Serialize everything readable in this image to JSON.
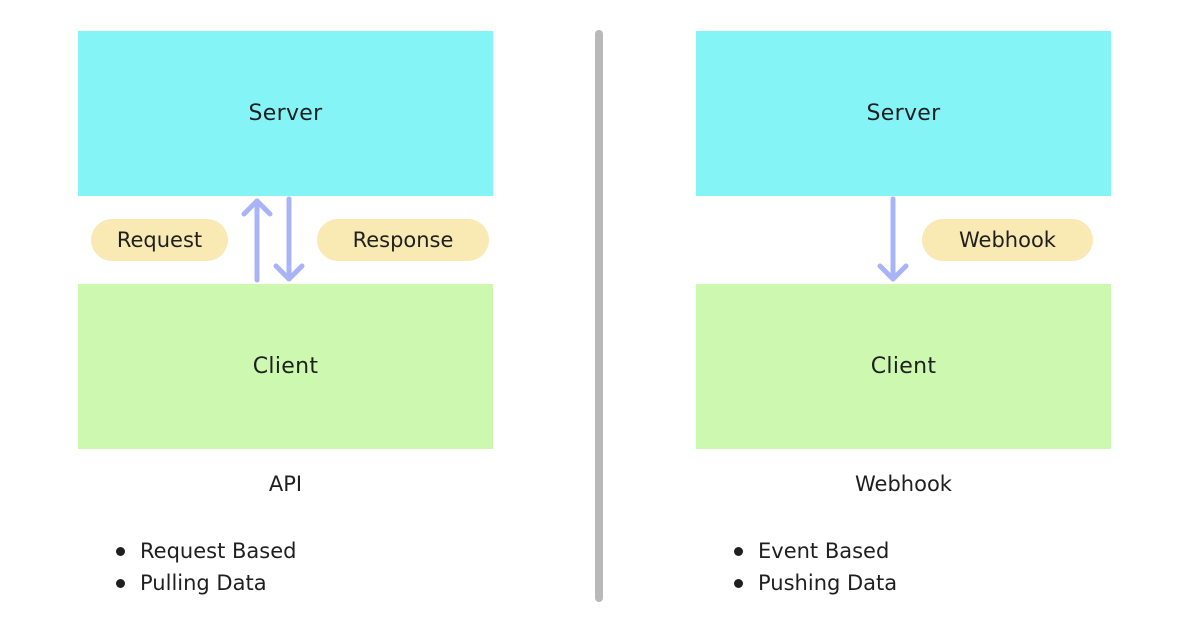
{
  "api": {
    "server_label": "Server",
    "client_label": "Client",
    "request_label": "Request",
    "response_label": "Response",
    "caption": "API",
    "bullets": [
      "Request Based",
      "Pulling Data"
    ]
  },
  "webhook": {
    "server_label": "Server",
    "client_label": "Client",
    "webhook_label": "Webhook",
    "caption": "Webhook",
    "bullets": [
      "Event Based",
      "Pushing Data"
    ]
  },
  "colors": {
    "server": "#84f4f7",
    "client": "#ccf9af",
    "pill": "#f9e9b2",
    "arrow": "#a8b4f7",
    "divider": "#b9b9b9"
  }
}
